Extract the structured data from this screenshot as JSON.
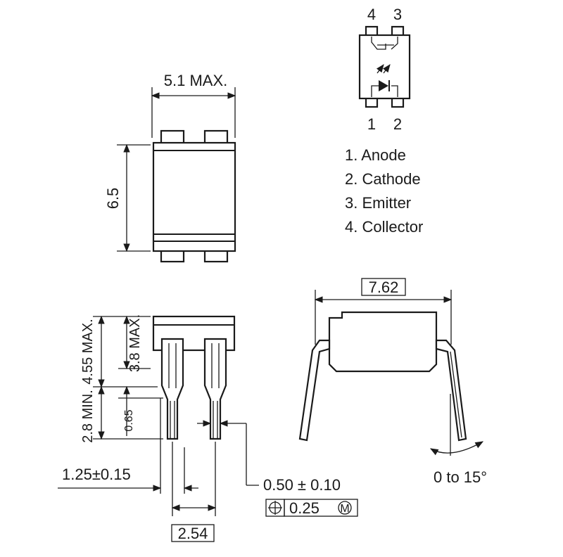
{
  "top_view": {
    "width_label": "5.1 MAX.",
    "height_label": "6.5"
  },
  "schematic": {
    "pin_numbers_top": [
      "4",
      "3"
    ],
    "pin_numbers_bottom": [
      "1",
      "2"
    ]
  },
  "pin_legend": [
    "1. Anode",
    "2. Cathode",
    "3. Emitter",
    "4. Collector"
  ],
  "side_view": {
    "body_height_label": "4.55 MAX.",
    "seat_height_label": "3.8 MAX.",
    "lead_length_label": "2.8 MIN.",
    "lead_width_label": "0.65",
    "lead_offset_label": "1.25±0.15",
    "lead_thickness_label": "0.50 ± 0.10",
    "tolerance_label": "0.25",
    "tolerance_modifier": "M",
    "pitch_label": "2.54"
  },
  "end_view": {
    "row_spacing_label": "7.62",
    "angle_label": "0 to 15°"
  }
}
